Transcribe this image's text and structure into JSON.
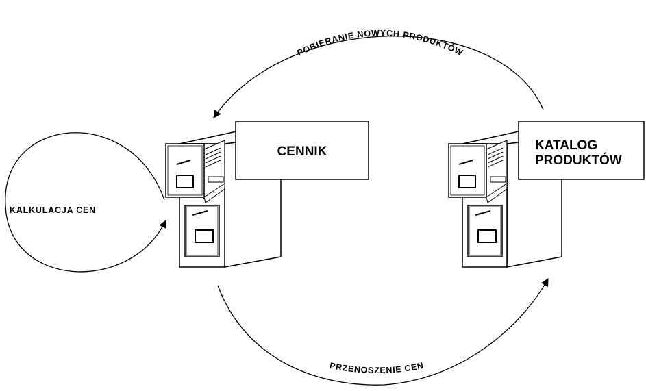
{
  "diagram": {
    "nodes": {
      "cennik": {
        "label": "CENNIK"
      },
      "katalog": {
        "label_line1": "KATALOG",
        "label_line2": "PRODUKTÓW"
      }
    },
    "edges": {
      "top": {
        "label": "POBIERANIE NOWYCH PRODUKTÓW",
        "from": "katalog",
        "to": "cennik"
      },
      "bottom": {
        "label": "PRZENOSZENIE CEN",
        "from": "cennik",
        "to": "katalog"
      },
      "loop": {
        "label": "KALKULACJA CEN",
        "from": "cennik",
        "to": "cennik"
      }
    },
    "icons": [
      "filing-cabinet-icon",
      "filing-cabinet-icon"
    ]
  }
}
